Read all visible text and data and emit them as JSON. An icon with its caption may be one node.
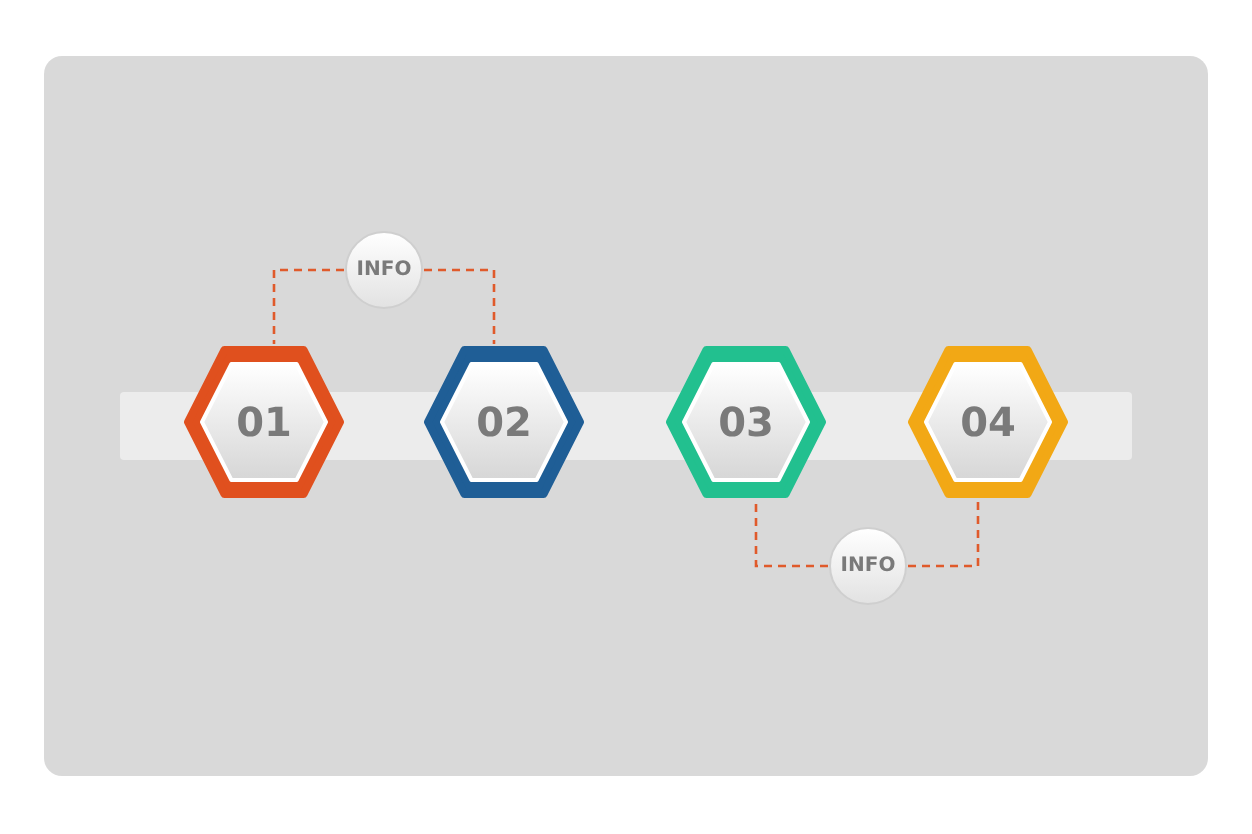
{
  "diagram": {
    "nodes": [
      {
        "text": [
          "INFO"
        ]
      },
      {
        "text": [
          "01"
        ]
      },
      {
        "text": [
          "02"
        ]
      },
      {
        "text": [
          "03"
        ]
      },
      {
        "text": [
          "04"
        ]
      },
      {
        "text": [
          "INFO"
        ]
      }
    ],
    "edges": [
      {
        "from": 0,
        "to": 1,
        "arrow": "none",
        "style": "dashed"
      },
      {
        "from": 0,
        "to": 2,
        "arrow": "none",
        "style": "dashed"
      },
      {
        "from": 5,
        "to": 3,
        "arrow": "none",
        "style": "dashed"
      },
      {
        "from": 5,
        "to": 4,
        "arrow": "none",
        "style": "dashed"
      }
    ]
  }
}
